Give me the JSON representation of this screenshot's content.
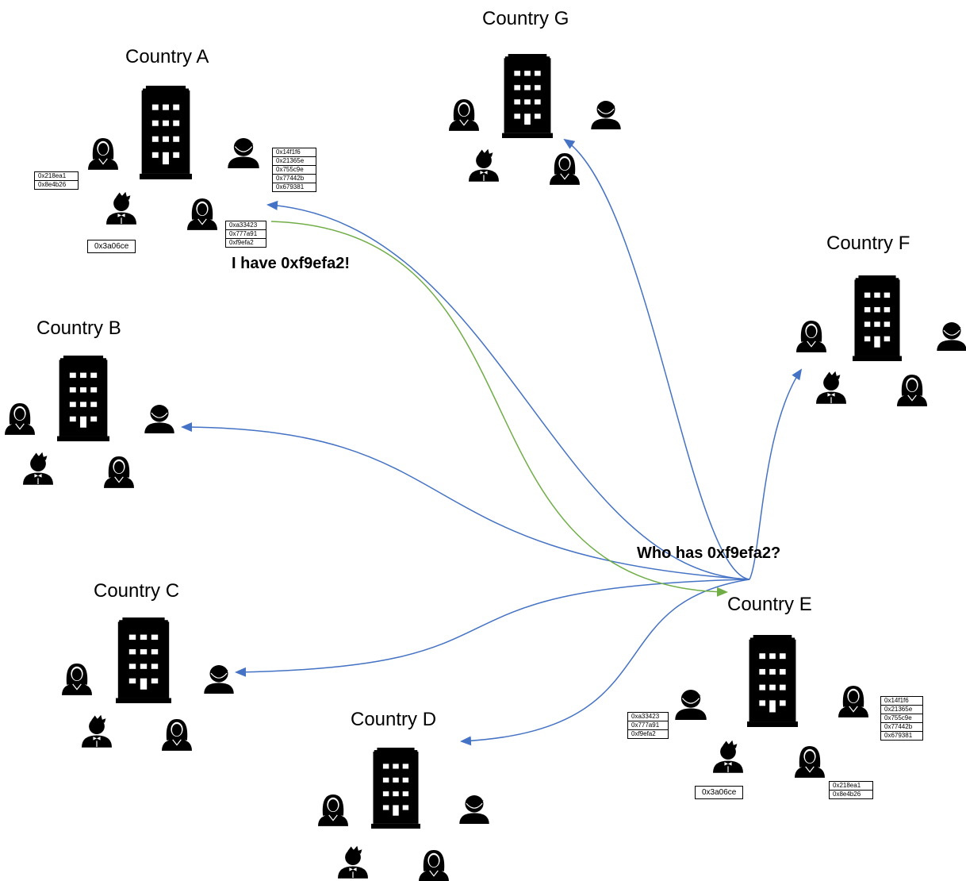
{
  "countries": [
    {
      "id": "A",
      "label": "Country A"
    },
    {
      "id": "B",
      "label": "Country B"
    },
    {
      "id": "C",
      "label": "Country C"
    },
    {
      "id": "D",
      "label": "Country D"
    },
    {
      "id": "E",
      "label": "Country E"
    },
    {
      "id": "F",
      "label": "Country F"
    },
    {
      "id": "G",
      "label": "Country G"
    }
  ],
  "messages": {
    "query": "Who has 0xf9efa2?",
    "reply": "I have 0xf9efa2!"
  },
  "id_lists": {
    "country_a": {
      "list_5": [
        "0x14f1f6",
        "0x21365e",
        "0x755c9e",
        "0x77442b",
        "0x679381"
      ],
      "list_3": [
        "0xa33423",
        "0x777a91",
        "0xf9efa2"
      ],
      "list_2": [
        "0x218ea1",
        "0x8e4b26"
      ],
      "single": "0x3a06ce"
    },
    "country_e": {
      "list_5": [
        "0x14f1f6",
        "0x21365e",
        "0x755c9e",
        "0x77442b",
        "0x679381"
      ],
      "list_3": [
        "0xa33423",
        "0x777a91",
        "0xf9efa2"
      ],
      "list_2": [
        "0x218ea1",
        "0x8e4b26"
      ],
      "single": "0x3a06ce"
    }
  },
  "colors": {
    "query_arrow": "#4472C4",
    "reply_arrow": "#70AD47",
    "icon": "#000000"
  },
  "icons": [
    "building-icon",
    "woman-icon",
    "man-icon",
    "man-bowtie-icon"
  ]
}
